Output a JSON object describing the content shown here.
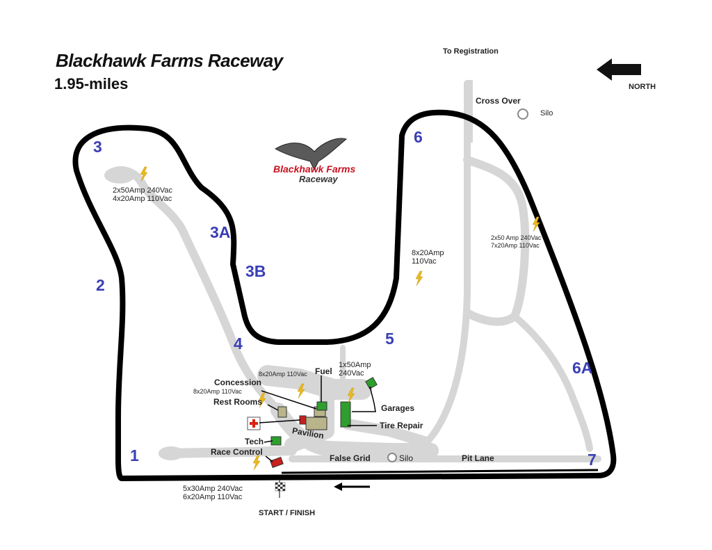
{
  "map": {
    "title": "Blackhawk Farms Raceway",
    "length": "1.95-miles",
    "logo": {
      "line1": "Blackhawk Farms",
      "line2": "Raceway"
    },
    "north_label": "NORTH",
    "turns": [
      "3",
      "2",
      "3A",
      "3B",
      "4",
      "5",
      "6",
      "6A",
      "7",
      "1"
    ],
    "labels": {
      "to_registration": "To Registration",
      "cross_over": "Cross Over",
      "silo_top": "Silo",
      "fuel": "Fuel",
      "concession": "Concession",
      "rest_rooms": "Rest Rooms",
      "garages": "Garages",
      "tire_repair": "Tire Repair",
      "pavilion": "Pavilion",
      "tech": "Tech",
      "race_control": "Race Control",
      "false_grid": "False Grid",
      "silo_bottom": "Silo",
      "pit_lane": "Pit Lane",
      "start_finish": "START / FINISH"
    },
    "power": {
      "turn3": "2x50Amp 240Vac\n4x20Amp 110Vac",
      "turn5": "8x20Amp\n110Vac",
      "east": "2x50 Amp 240Vac\n7x20Amp 110Vac",
      "fuel_area": "8x20Amp 110Vac",
      "garages_area": "1x50Amp\n240Vac",
      "restrooms_area": "8x20Amp 110Vac",
      "start": "5x30Amp 240Vac\n6x20Amp 110Vac"
    },
    "colors": {
      "track": "#000000",
      "paddock_road": "#d6d6d6",
      "turn_numbers": "#3a3fb5",
      "lightning": "#e8b820",
      "building_green": "#2e9e2e",
      "building_tan": "#b9b48a",
      "race_control_red": "#c8201e"
    }
  }
}
